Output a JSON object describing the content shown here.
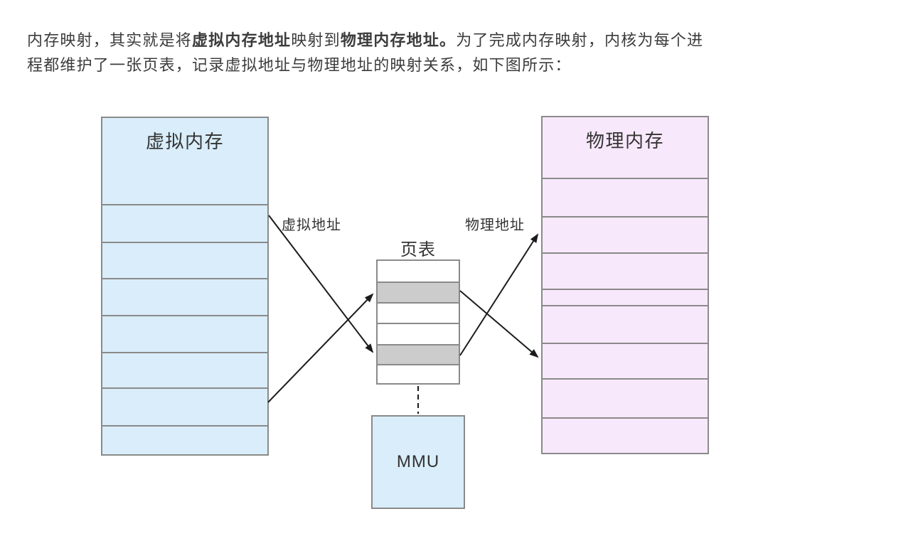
{
  "paragraph": {
    "lines": [
      {
        "seg1": "内存映射，其实就是将",
        "seg2_bold": "虚拟内存地址",
        "seg3": "映射到",
        "seg4_bold": "物理内存地址。",
        "seg5": "为了完成内存映射，内核为每个进"
      },
      {
        "seg1": "程都维护了一张页表，记录虚拟地址与物理地址的映射关系，如下图所示："
      }
    ]
  },
  "diagram": {
    "virtual_memory_title": "虚拟内存",
    "physical_memory_title": "物理内存",
    "page_table_title": "页表",
    "mmu_label": "MMU",
    "virtual_address_label": "虚拟地址",
    "physical_address_label": "物理地址",
    "colors": {
      "virtual_fill": "#d9edfa",
      "physical_fill": "#f8e8fb",
      "highlight_fill": "#cccccc",
      "border": "#8a8a8a",
      "arrow": "#1b1b1b",
      "text": "#333333",
      "paragraph_text": "#3c3c3c",
      "page_bg": "#ffffff"
    }
  }
}
